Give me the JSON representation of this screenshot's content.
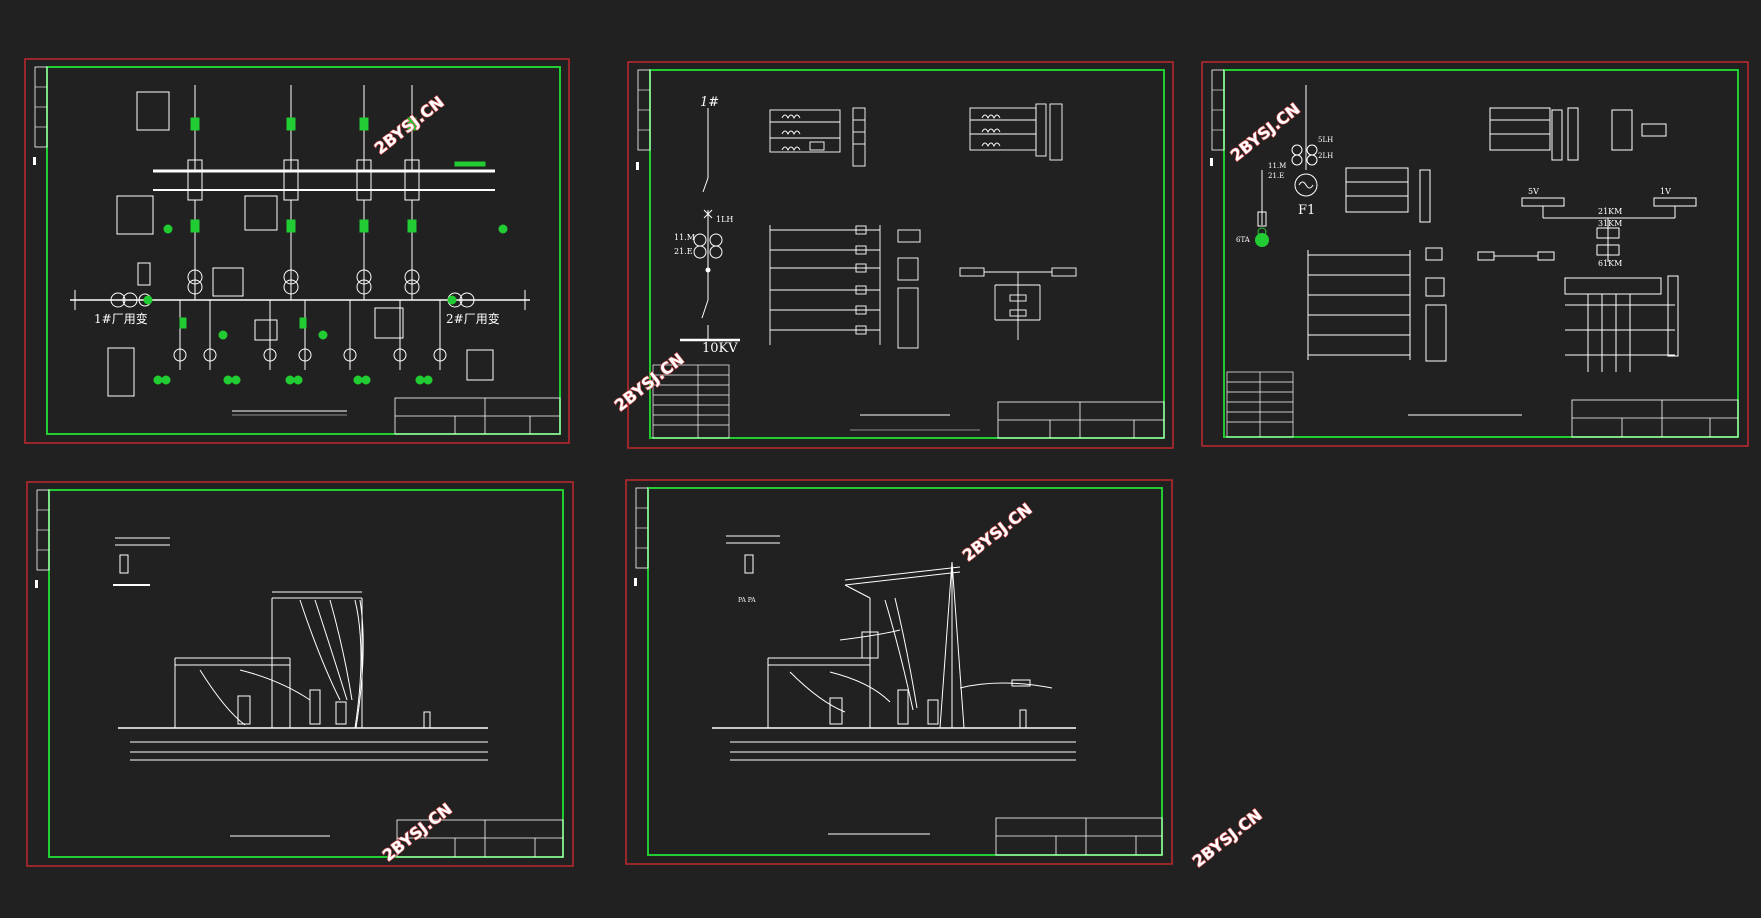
{
  "app": {
    "background": "#212121"
  },
  "colors": {
    "sheet_border": "#c0282d",
    "frame": "#22cc33",
    "line": "#ffffff",
    "symbol": "#22cc33",
    "watermark_fill": "#ffffff",
    "watermark_stroke": "#e05050"
  },
  "watermark": "2BYSJ.CN",
  "sheets": [
    {
      "id": "main-wiring",
      "labels": {
        "t1": "1#厂用变",
        "t2": "2#厂用变"
      }
    },
    {
      "id": "line-protection",
      "labels": {
        "bay": "1#",
        "ct1": "11.M",
        "ct2": "21.E",
        "ct3": "1LH",
        "bus": "10KV"
      }
    },
    {
      "id": "generator-protection",
      "labels": {
        "gen": "F1",
        "ct1": "11.M",
        "ct2": "21.E",
        "ct3": "2LH",
        "ct4": "5LH",
        "bus": "6TA",
        "k1": "21KM",
        "k2": "31KM",
        "k3": "61KM",
        "v1": "5V",
        "v2": "1V"
      }
    },
    {
      "id": "section-view-1",
      "labels": {}
    },
    {
      "id": "section-view-2",
      "labels": {
        "meter": "PA   PA"
      }
    }
  ]
}
